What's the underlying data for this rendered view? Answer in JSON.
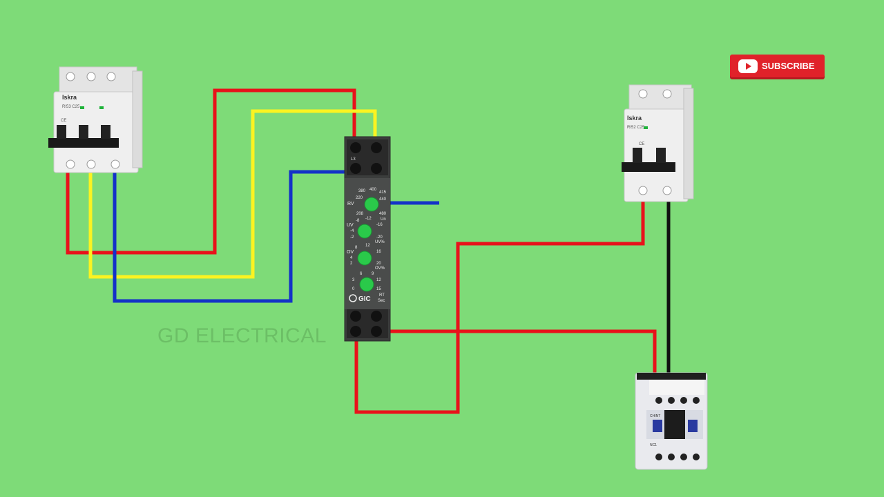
{
  "watermark": "GD ELECTRICAL",
  "subscribe": {
    "label": "SUBSCRIBE",
    "icon": "youtube-play-icon"
  },
  "breaker_3p": {
    "brand": "Iskra",
    "model": "RI53 C25",
    "mark": "CE"
  },
  "breaker_2p": {
    "brand": "Iskra",
    "model": "RI52 C25",
    "mark": "CE"
  },
  "relay": {
    "brand": "GIC",
    "top_label": "L3",
    "dial_rv": {
      "label": "RV",
      "sub": "Un",
      "ticks": [
        "380",
        "400",
        "415",
        "220",
        "440",
        "208",
        "480"
      ]
    },
    "dial_uv": {
      "label": "UV",
      "sub": "UV%",
      "ticks": [
        "-8",
        "-12",
        "-16",
        "-4",
        "-2",
        "-20"
      ]
    },
    "dial_ov": {
      "label": "OV",
      "sub": "OV%",
      "ticks": [
        "8",
        "12",
        "16",
        "4",
        "2",
        "20"
      ]
    },
    "dial_rt": {
      "label": "RT",
      "sub": "Sec",
      "ticks": [
        "6",
        "9",
        "3",
        "12",
        "0",
        "15"
      ]
    }
  },
  "contactor": {
    "brand": "CHINT",
    "model": "NC1"
  },
  "colors": {
    "background": "#7edb78",
    "red_wire": "#e8121a",
    "yellow_wire": "#fbf321",
    "blue_wire": "#1432c8",
    "black_wire": "#111111",
    "accent_subscribe": "#e0222a"
  }
}
